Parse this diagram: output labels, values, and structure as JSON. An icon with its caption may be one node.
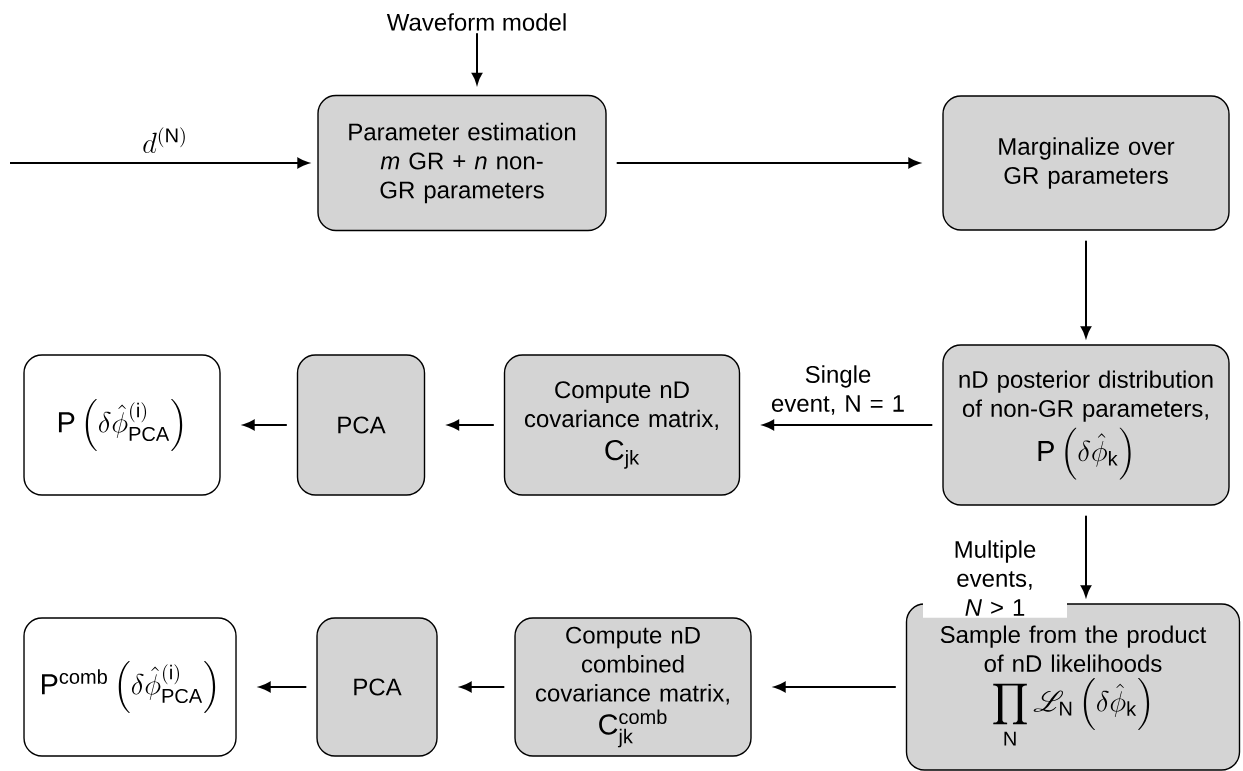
{
  "diagram": {
    "nodes": [
      {
        "text": [
          "Waveform model"
        ]
      },
      {
        "text": [
          "Parameter estimation *m* GR + *n* non-GR parameters"
        ]
      },
      {
        "text": [
          "Marginalize over GR parameters"
        ]
      },
      {
        "text": [
          "nD posterior distribution of non-GR parameters,",
          "\\mathrm{P}\\left(\\delta\\hat{\\phi}_{\\mathrm{k}}\\right)"
        ]
      },
      {
        "text": [
          "Compute nD covariance matrix,",
          "\\mathrm{C}_{\\mathrm{jk}}"
        ]
      },
      {
        "text": [
          "PCA"
        ]
      },
      {
        "text": [
          "\\mathrm{P}\\left(\\delta\\hat{\\phi}^{(\\mathrm{i})}_{\\mathrm{PCA}}\\right)"
        ]
      },
      {
        "text": [
          "Sample from the product of nD likelihoods",
          "\\prod_{\\mathrm{N}}\\mathscr{L}_{\\mathrm{N}}\\left(\\delta\\hat{\\phi}_{\\mathrm{k}}\\right)"
        ]
      },
      {
        "text": [
          "Compute nD combined covariance matrix,",
          "\\mathrm{C}^{\\mathrm{comb}}_{\\mathrm{jk}}"
        ]
      },
      {
        "text": [
          "PCA"
        ]
      },
      {
        "text": [
          "\\mathrm{P}^{\\mathrm{comb}}\\left(\\delta\\hat{\\phi}^{(\\mathrm{i})}_{\\mathrm{PCA}}\\right)"
        ]
      }
    ],
    "edges": [
      {
        "from": null,
        "to": 1,
        "arrow": "to",
        "label": "d^{(\\mathrm{N})}"
      },
      {
        "from": 0,
        "to": 1,
        "arrow": "to"
      },
      {
        "from": 1,
        "to": 2,
        "arrow": "to"
      },
      {
        "from": 2,
        "to": 3,
        "arrow": "to"
      },
      {
        "from": 3,
        "to": 4,
        "arrow": "to",
        "label": "Single event, N = 1"
      },
      {
        "from": 4,
        "to": 5,
        "arrow": "to"
      },
      {
        "from": 5,
        "to": 6,
        "arrow": "to"
      },
      {
        "from": 3,
        "to": 7,
        "arrow": "to",
        "label": "Multiple events, *N* > 1"
      },
      {
        "from": 7,
        "to": 8,
        "arrow": "to"
      },
      {
        "from": 8,
        "to": 9,
        "arrow": "to"
      },
      {
        "from": 9,
        "to": 10,
        "arrow": "to"
      }
    ]
  }
}
